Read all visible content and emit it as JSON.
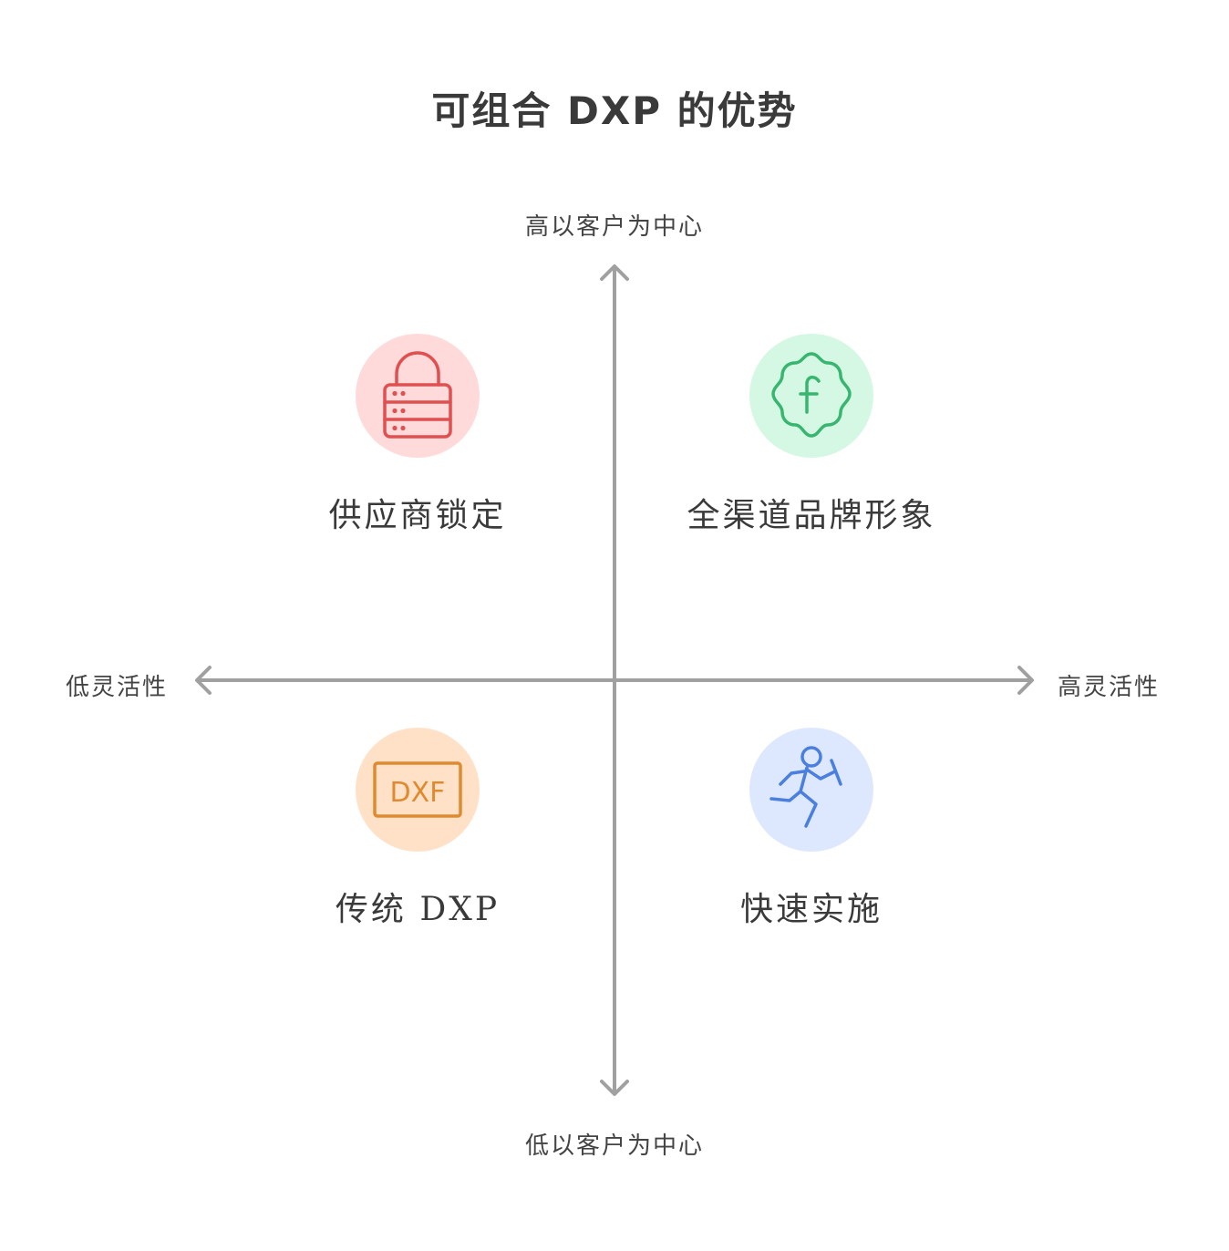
{
  "title": "可组合 DXP 的优势",
  "axes": {
    "y_high": "高以客户为中心",
    "y_low": "低以客户为中心",
    "x_low": "低灵活性",
    "x_high": "高灵活性"
  },
  "quadrants": {
    "top_left": {
      "label": "供应商锁定",
      "icon": "lock-server-icon",
      "bg": "#ffdada",
      "stroke": "#e05050"
    },
    "top_right": {
      "label": "全渠道品牌形象",
      "icon": "badge-f-icon",
      "bg": "#d4f8e4",
      "stroke": "#38b56e"
    },
    "bottom_left": {
      "label": "传统 DXP",
      "icon": "dxf-file-icon",
      "icon_text": "DXF",
      "bg": "#ffe1c8",
      "stroke": "#e08a30"
    },
    "bottom_right": {
      "label": "快速实施",
      "icon": "running-person-icon",
      "bg": "#dde8ff",
      "stroke": "#4a7fe0"
    }
  },
  "colors": {
    "axis": "#a0a0a0",
    "text": "#3a3a3a"
  }
}
